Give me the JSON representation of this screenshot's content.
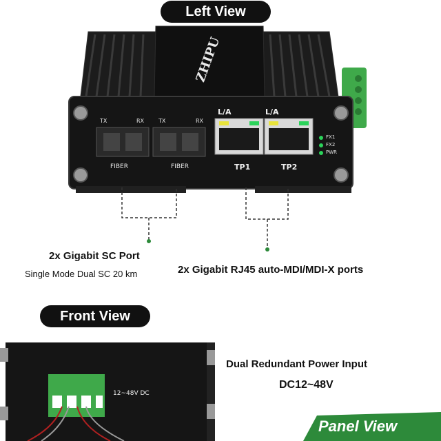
{
  "sections": {
    "left_view_title": "Left View",
    "front_view_title": "Front View",
    "panel_view_title": "Panel View"
  },
  "device": {
    "brand": "ZHIPU",
    "fiber_ports": [
      {
        "tx": "TX",
        "rx": "RX",
        "label": "FIBER"
      },
      {
        "tx": "TX",
        "rx": "RX",
        "label": "FIBER"
      }
    ],
    "rj45_ports": [
      {
        "top": "L/A",
        "label": "TP1"
      },
      {
        "top": "L/A",
        "label": "TP2"
      }
    ],
    "leds": [
      "FX1",
      "FX2",
      "PWR"
    ],
    "terminal_label": "12~48V DC"
  },
  "annotations": {
    "sc_title": "2x Gigabit SC Port",
    "sc_sub": "Single Mode Dual SC 20 km",
    "rj45_title": "2x Gigabit RJ45 auto-MDI/MDI-X ports",
    "power_title": "Dual Redundant Power Input",
    "power_sub": "DC12~48V"
  },
  "colors": {
    "pill_bg": "#111111",
    "panel_banner": "#2d8a3a",
    "terminal_green": "#3fa94a",
    "led_green": "#2bd35a",
    "led_yellow": "#e8e33a"
  }
}
